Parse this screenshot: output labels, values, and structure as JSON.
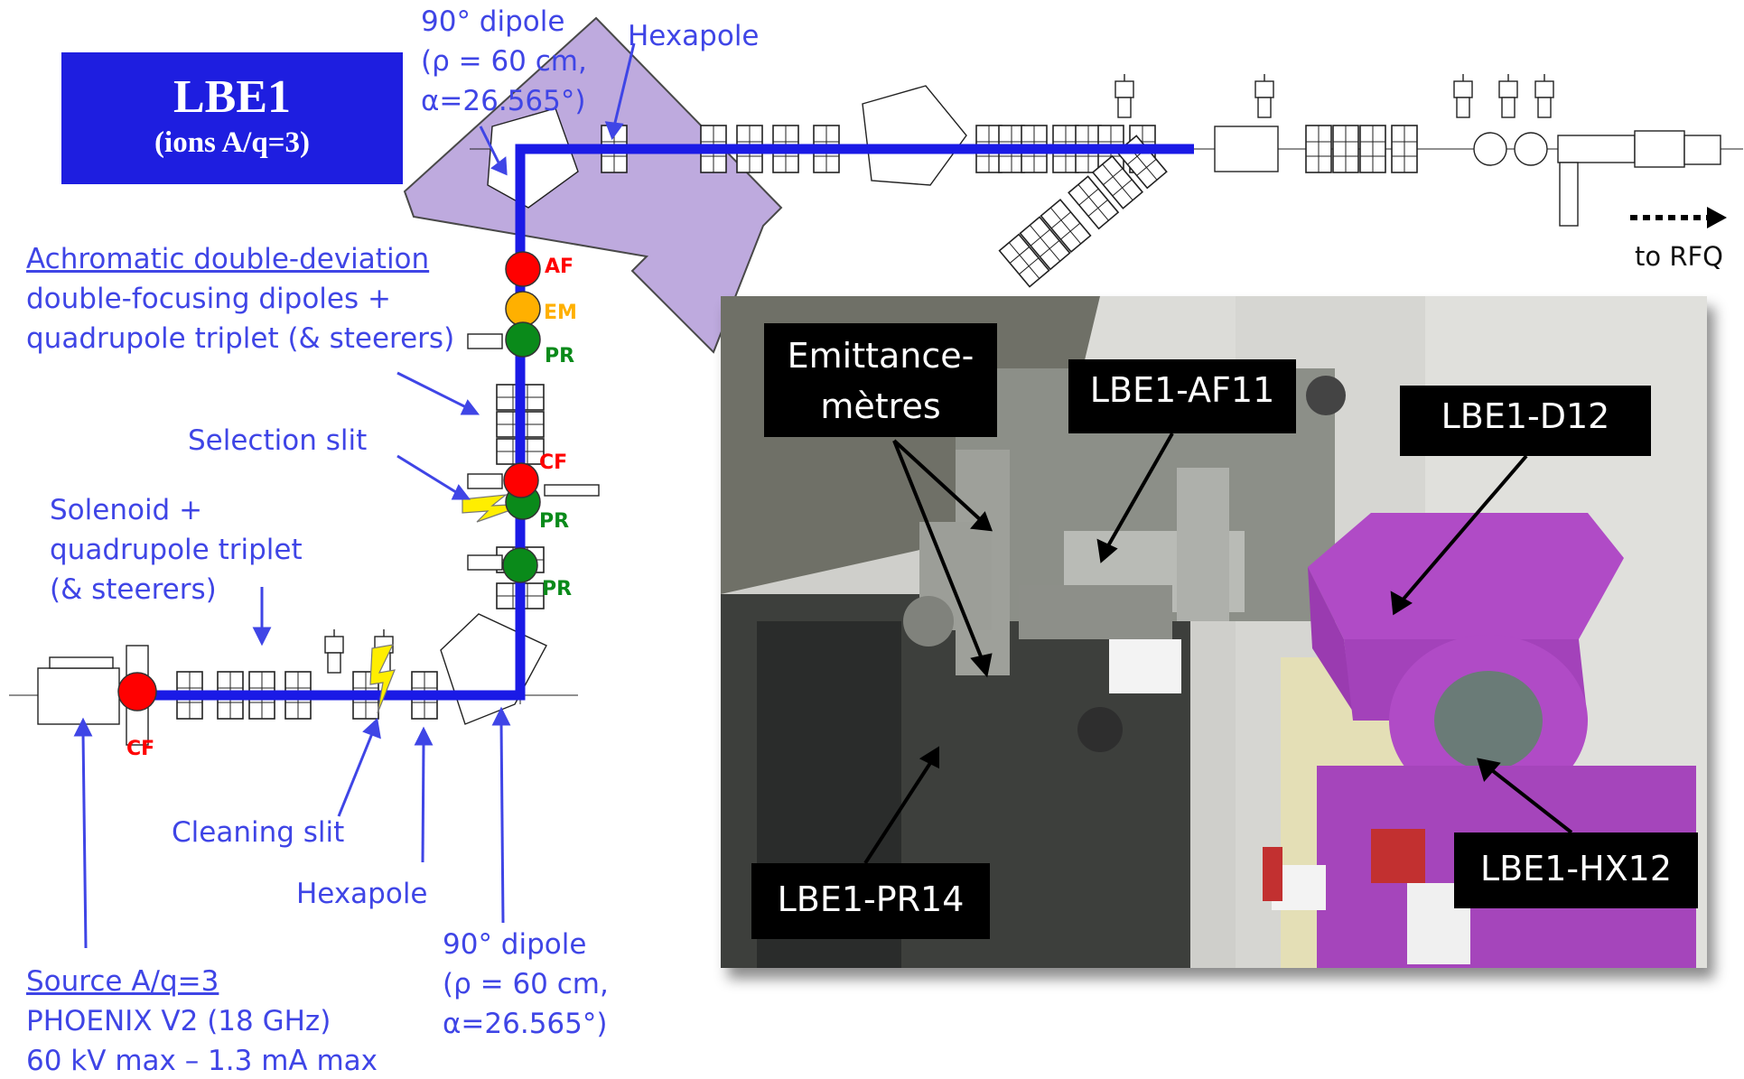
{
  "title": {
    "line1": "LBE1",
    "line2": "(ions A/q=3)"
  },
  "labels": {
    "dipole_top_l1": "90° dipole",
    "dipole_top_l2": "(ρ = 60 cm,",
    "dipole_top_l3": "α=26.565°)",
    "hexapole_top": "Hexapole",
    "achromatic_l1": "Achromatic double-deviation",
    "achromatic_l2": "double-focusing dipoles +",
    "achromatic_l3": "quadrupole triplet (& steerers)",
    "selection_slit": "Selection slit",
    "solenoid_l1": "Solenoid +",
    "solenoid_l2": "quadrupole triplet",
    "solenoid_l3": "(& steerers)",
    "cleaning_slit": "Cleaning slit",
    "hexapole_bottom": "Hexapole",
    "dipole_bot_l1": "90° dipole",
    "dipole_bot_l2": "(ρ = 60 cm,",
    "dipole_bot_l3": "α=26.565°)",
    "source_l1": "Source A/q=3",
    "source_l2": "PHOENIX V2 (18 GHz)",
    "source_l3": "60 kV max – 1.3 mA max",
    "to_rfq": "to RFQ"
  },
  "diagnostics": {
    "af": "AF",
    "em": "EM",
    "pr1": "PR",
    "cf_mid": "CF",
    "pr2": "PR",
    "pr3": "PR",
    "cf_source": "CF"
  },
  "photo_callouts": {
    "emittance_l1": "Emittance-",
    "emittance_l2": "mètres",
    "af11": "LBE1-AF11",
    "d12": "LBE1-D12",
    "pr14": "LBE1-PR14",
    "hx12": "LBE1-HX12"
  },
  "colors": {
    "beam": "#1a1ae6",
    "label_blue": "#3f45e6",
    "title_bg": "#1e1ee0",
    "zoom_purple": "#b9a3dc",
    "magnet_purple": "#b04bc6",
    "diag_red": "#ff0000",
    "diag_orange": "#ffb000",
    "diag_green": "#0a8a1a",
    "slit_yellow": "#ffee00"
  }
}
